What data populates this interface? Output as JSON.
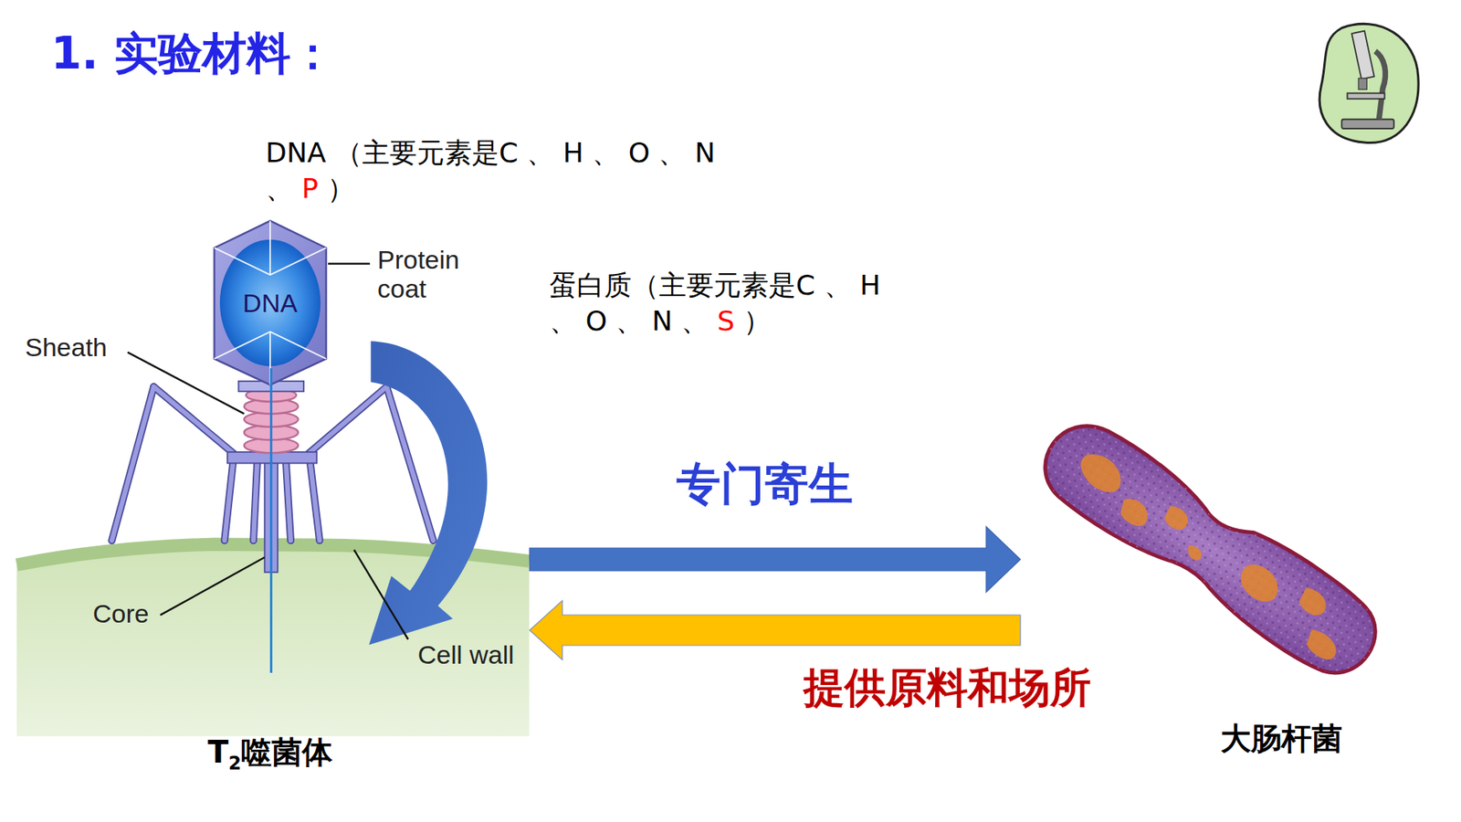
{
  "diagram": {
    "title": "1. 实验材料：",
    "nodes": [
      {
        "text": [
          "T2噬菌体"
        ]
      },
      {
        "text": [
          "大肠杆菌"
        ]
      }
    ],
    "edges": [
      {
        "from": 0,
        "to": 1,
        "label": "专门寄生",
        "arrow": "to"
      },
      {
        "from": 1,
        "to": 0,
        "label": "提供原料和场所",
        "arrow": "to"
      }
    ],
    "labels": [
      "DNA （主要元素是C 、 H 、 O 、 N 、 P ）",
      "DNA",
      "Protein coat",
      "蛋白质（主要元素是C 、 H 、 O 、 N 、 S ）",
      "Sheath",
      "Core",
      "Cell wall"
    ]
  }
}
